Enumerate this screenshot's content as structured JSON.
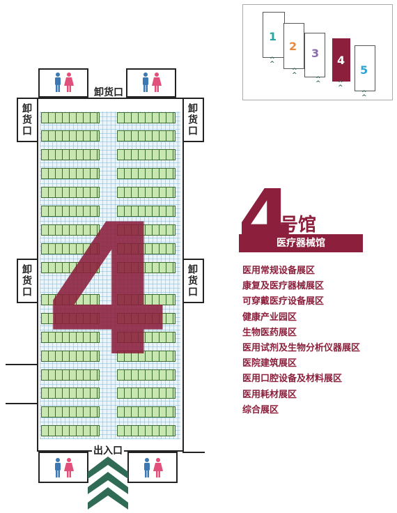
{
  "hall": {
    "number": "4",
    "number_suffix": "号馆",
    "category": "医疗器械馆",
    "zones": [
      "医用常规设备展区",
      "康复及医疗器械展区",
      "可穿戴医疗设备展区",
      "健康产业园区",
      "生物医药展区",
      "医用试剂及生物分析仪器展区",
      "医院建筑展区",
      "医用口腔设备及材料展区",
      "医用耗材展区",
      "综合展区"
    ]
  },
  "floorplan": {
    "big_number": "4",
    "loading_dock": "卸货口",
    "loading_dock_vertical": "卸货口",
    "entrance": "出入口",
    "restroom_icon": "restroom-icon",
    "entrance_arrow_icon": "chevron-up-icon",
    "colors": {
      "accent": "#8b1f3c",
      "booth": "#c8e6b0",
      "arrow": "#2f6b55"
    }
  },
  "minimap": {
    "halls": [
      {
        "label": "1",
        "color": "#2aa5a0"
      },
      {
        "label": "2",
        "color": "#e58a3c"
      },
      {
        "label": "3",
        "color": "#8a6bb0"
      },
      {
        "label": "4",
        "color": "#ffffff"
      },
      {
        "label": "5",
        "color": "#2aa5d8"
      }
    ]
  }
}
